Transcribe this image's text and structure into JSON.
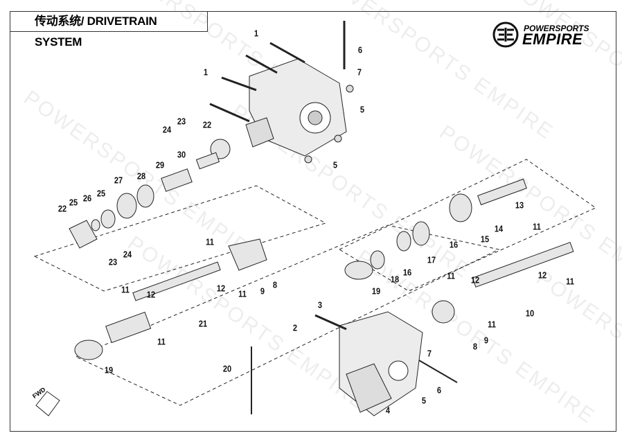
{
  "title": "传动系统/ DRIVETRAIN SYSTEM",
  "logo": {
    "line1": "POWERSPORTS",
    "line2": "EMPIRE"
  },
  "watermark": "POWERSPORTS EMPIRE",
  "fwd_label": "FWD",
  "callouts": [
    "1",
    "1",
    "6",
    "7",
    "5",
    "5",
    "23",
    "24",
    "22",
    "30",
    "29",
    "28",
    "27",
    "25",
    "26",
    "25",
    "22",
    "23",
    "24",
    "13",
    "14",
    "15",
    "16",
    "17",
    "16",
    "18",
    "19",
    "11",
    "11",
    "12",
    "9",
    "8",
    "11",
    "12",
    "11",
    "21",
    "19",
    "11",
    "12",
    "11",
    "11",
    "12",
    "11",
    "10",
    "9",
    "8",
    "3",
    "2",
    "7",
    "6",
    "5",
    "4",
    "20"
  ]
}
